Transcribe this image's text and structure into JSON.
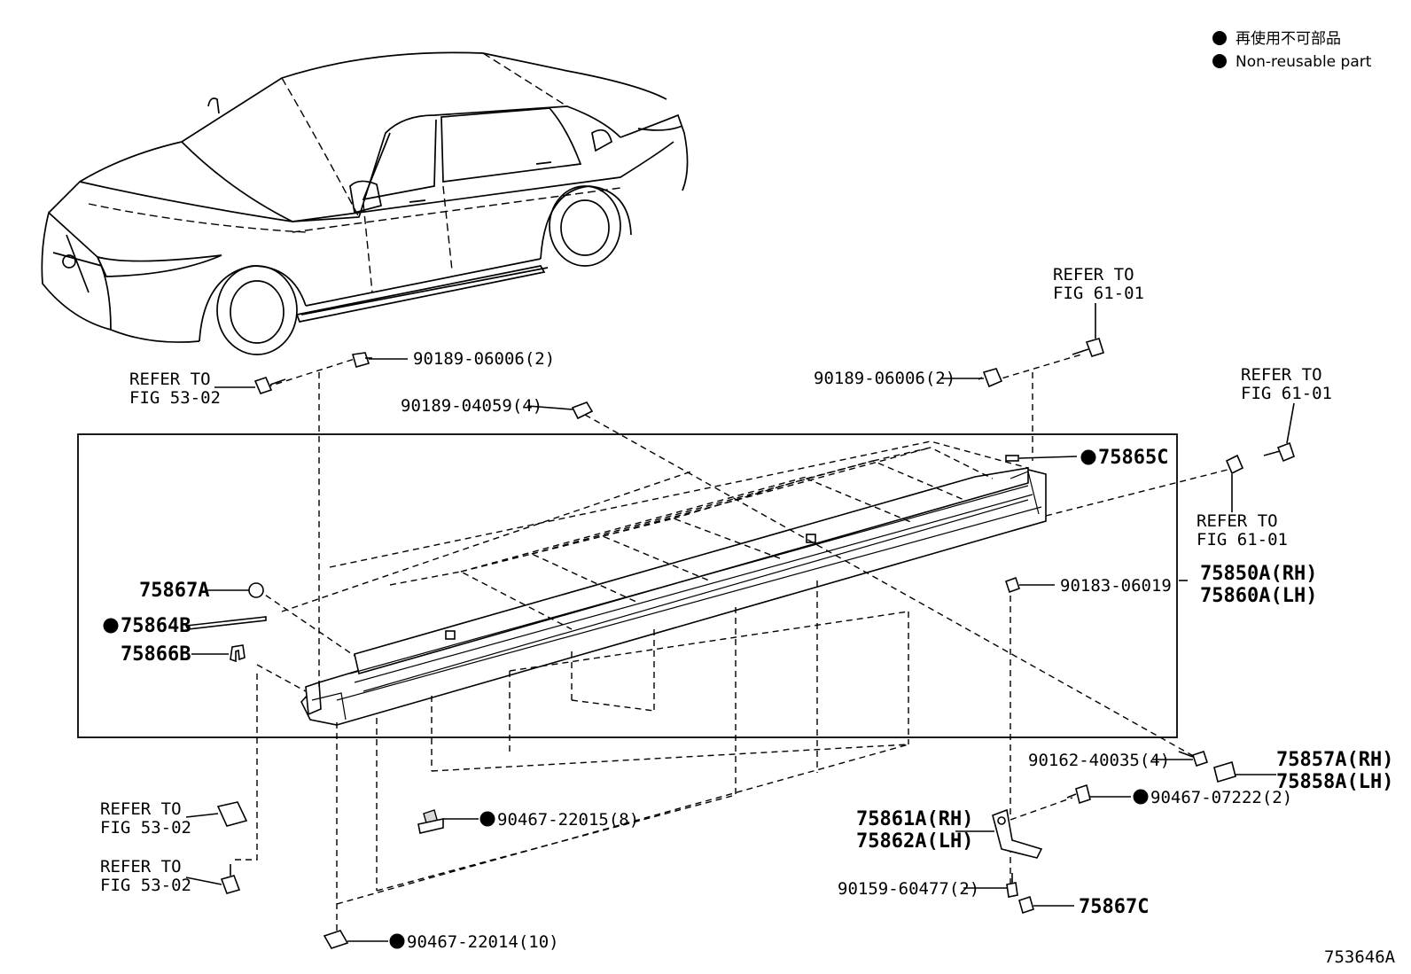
{
  "legend": {
    "jp": "再使用不可部品",
    "en": "Non-reusable part"
  },
  "illustration_id": "753646A",
  "refer": {
    "fig_53_02_a": {
      "line1": "REFER TO",
      "line2": "FIG 53-02"
    },
    "fig_61_01_top": {
      "line1": "REFER TO",
      "line2": "FIG 61-01"
    },
    "fig_61_01_right": {
      "line1": "REFER TO",
      "line2": "FIG 61-01"
    },
    "fig_61_01_mid": {
      "line1": "REFER TO",
      "line2": "FIG 61-01"
    },
    "fig_53_02_b": {
      "line1": "REFER TO",
      "line2": "FIG 53-02"
    },
    "fig_53_02_c": {
      "line1": "REFER TO",
      "line2": "FIG 53-02"
    }
  },
  "parts": {
    "p_90189_06006_l": "90189-06006(2)",
    "p_90189_06006_r": "90189-06006(2)",
    "p_90189_04059": "90189-04059(4)",
    "p_75865C": "75865C",
    "p_75850A": "75850A(RH)",
    "p_75860A": "75860A(LH)",
    "p_90183_06019": "90183-06019",
    "p_75867A": "75867A",
    "p_75864B": "75864B",
    "p_75866B": "75866B",
    "p_90162_40035": "90162-40035(4)",
    "p_75857A": "75857A(RH)",
    "p_75858A": "75858A(LH)",
    "p_90467_07222": "90467-07222(2)",
    "p_75861A": "75861A(RH)",
    "p_75862A": "75862A(LH)",
    "p_90467_22015": "90467-22015(8)",
    "p_90159_60477": "90159-60477(2)",
    "p_75867C": "75867C",
    "p_90467_22014": "90467-22014(10)"
  }
}
